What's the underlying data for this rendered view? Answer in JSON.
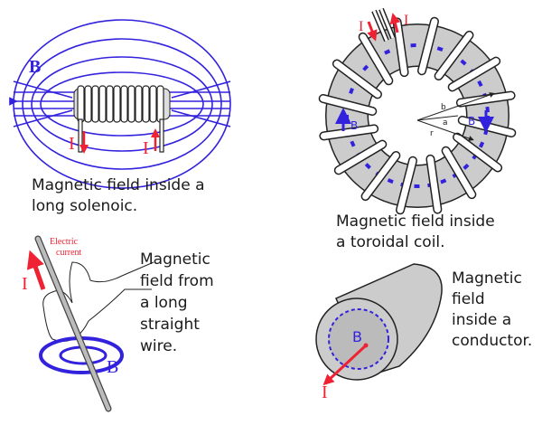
{
  "solenoid": {
    "caption_line1": "Magnetic field inside a",
    "caption_line2": "long solenoic.",
    "label_b": "B",
    "label_i_left": "I",
    "label_i_right": "I"
  },
  "toroid": {
    "caption_line1": "Magnetic field inside",
    "caption_line2": "a toroidal coil.",
    "label_i_in": "I",
    "label_i_out": "I",
    "label_b_left": "B",
    "label_b_right": "B",
    "label_b_radius": "b",
    "label_a_radius": "a",
    "label_r_radius": "r"
  },
  "wire": {
    "caption_lines": [
      "Magnetic",
      "field from",
      "a long",
      "straight",
      "wire."
    ],
    "electric_label_1": "Electric",
    "electric_label_2": "current",
    "label_i": "I",
    "label_b": "B"
  },
  "conductor": {
    "caption_lines": [
      "Magnetic",
      "field",
      "inside a",
      "conductor."
    ],
    "label_b": "B",
    "label_i": "I"
  },
  "colors": {
    "field": "#3322dd",
    "current": "#ee2233",
    "core": "#cccccc"
  }
}
